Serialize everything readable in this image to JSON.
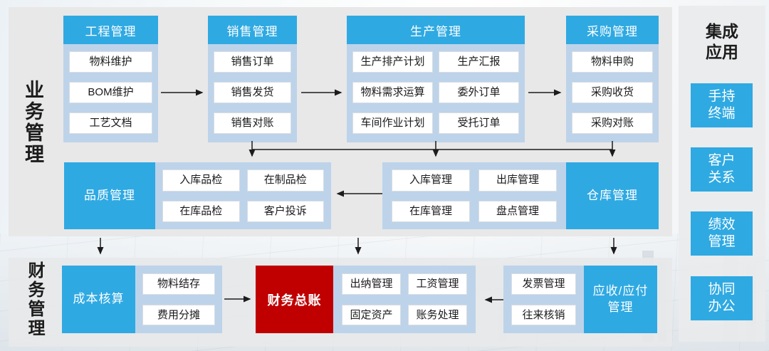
{
  "sections": {
    "business_label": "业务管理",
    "finance_label": "财务管理"
  },
  "top_groups": [
    {
      "title": "工程管理",
      "items": [
        "物料维护",
        "BOM维护",
        "工艺文档"
      ]
    },
    {
      "title": "销售管理",
      "items": [
        "销售订单",
        "销售发货",
        "销售对账"
      ]
    },
    {
      "title": "生产管理",
      "columns": [
        [
          "生产排产计划",
          "物料需求运算",
          "车间作业计划"
        ],
        [
          "生产汇报",
          "委外订单",
          "受托订单"
        ]
      ]
    },
    {
      "title": "采购管理",
      "items": [
        "物料申购",
        "采购收货",
        "采购对账"
      ]
    }
  ],
  "middle_row": {
    "quality_title": "品质管理",
    "quality_items": [
      "入库品检",
      "在制品检",
      "在库品检",
      "客户投诉"
    ],
    "warehouse_items": [
      "入库管理",
      "出库管理",
      "在库管理",
      "盘点管理"
    ],
    "warehouse_title": "仓库管理"
  },
  "finance_row": {
    "cost_title": "成本核算",
    "cost_items": [
      "物料结存",
      "费用分摊"
    ],
    "ledger_title": "财务总账",
    "cashier_items": [
      "出纳管理",
      "工资管理",
      "固定资产",
      "账务处理"
    ],
    "invoice_items": [
      "发票管理",
      "往来核销"
    ],
    "arap_line1": "应收/应付",
    "arap_line2": "管理"
  },
  "sidebar": {
    "title_line1": "集成",
    "title_line2": "应用",
    "items": [
      {
        "line1": "手持",
        "line2": "终端"
      },
      {
        "line1": "客户",
        "line2": "关系"
      },
      {
        "line1": "绩效",
        "line2": "管理"
      },
      {
        "line1": "协同",
        "line2": "办公"
      }
    ]
  },
  "colors": {
    "accent_blue": "#2fa9e2",
    "container_blue": "#bdd3ea",
    "ledger_red": "#c00000",
    "panel_gray": "#e8e8e8"
  }
}
